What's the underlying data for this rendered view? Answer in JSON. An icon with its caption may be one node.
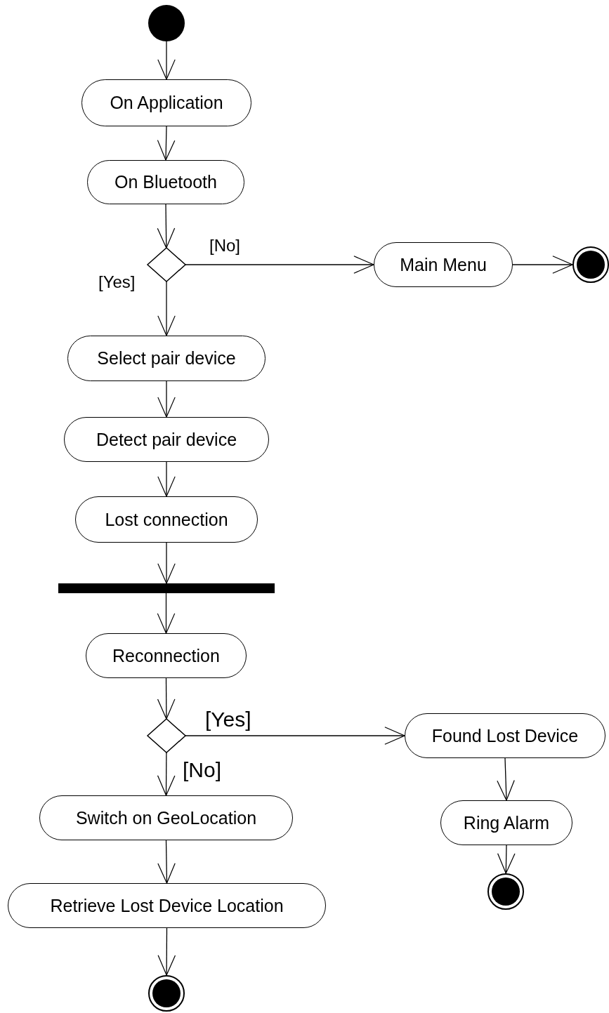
{
  "diagram": {
    "nodes": [
      {
        "text": [],
        "shape": "circle"
      },
      {
        "text": [
          "On Application"
        ]
      },
      {
        "text": [
          "On Bluetooth"
        ]
      },
      {
        "text": [],
        "shape": "diamond"
      },
      {
        "text": [
          "Main Menu"
        ]
      },
      {
        "text": [],
        "shape": "circle"
      },
      {
        "text": [
          "Select pair device"
        ]
      },
      {
        "text": [
          "Detect pair device"
        ]
      },
      {
        "text": [
          "Lost connection"
        ]
      },
      {
        "text": [],
        "shape": "bar"
      },
      {
        "text": [
          "Reconnection"
        ]
      },
      {
        "text": [],
        "shape": "diamond"
      },
      {
        "text": [
          "Found Lost Device"
        ]
      },
      {
        "text": [
          "Ring Alarm"
        ]
      },
      {
        "text": [],
        "shape": "circle"
      },
      {
        "text": [
          "Switch on GeoLocation"
        ]
      },
      {
        "text": [
          "Retrieve Lost Device Location"
        ]
      },
      {
        "text": [],
        "shape": "circle"
      }
    ],
    "edges": [
      {
        "from": 0,
        "to": 1,
        "arrow": "to"
      },
      {
        "from": 1,
        "to": 2,
        "arrow": "to"
      },
      {
        "from": 2,
        "to": 3,
        "arrow": "to"
      },
      {
        "from": 3,
        "to": 4,
        "arrow": "to",
        "label": "[No]"
      },
      {
        "from": 4,
        "to": 5,
        "arrow": "to"
      },
      {
        "from": 3,
        "to": 6,
        "arrow": "to",
        "label": "[Yes]"
      },
      {
        "from": 6,
        "to": 7,
        "arrow": "to"
      },
      {
        "from": 7,
        "to": 8,
        "arrow": "to"
      },
      {
        "from": 8,
        "to": 9,
        "arrow": "to"
      },
      {
        "from": 9,
        "to": 10,
        "arrow": "to"
      },
      {
        "from": 10,
        "to": 11,
        "arrow": "to"
      },
      {
        "from": 11,
        "to": 12,
        "arrow": "to",
        "label": "[Yes]"
      },
      {
        "from": 12,
        "to": 13,
        "arrow": "to"
      },
      {
        "from": 13,
        "to": 14,
        "arrow": "to"
      },
      {
        "from": 11,
        "to": 15,
        "arrow": "to",
        "label": "[No]"
      },
      {
        "from": 15,
        "to": 16,
        "arrow": "to"
      },
      {
        "from": 16,
        "to": 17,
        "arrow": "to"
      }
    ]
  }
}
